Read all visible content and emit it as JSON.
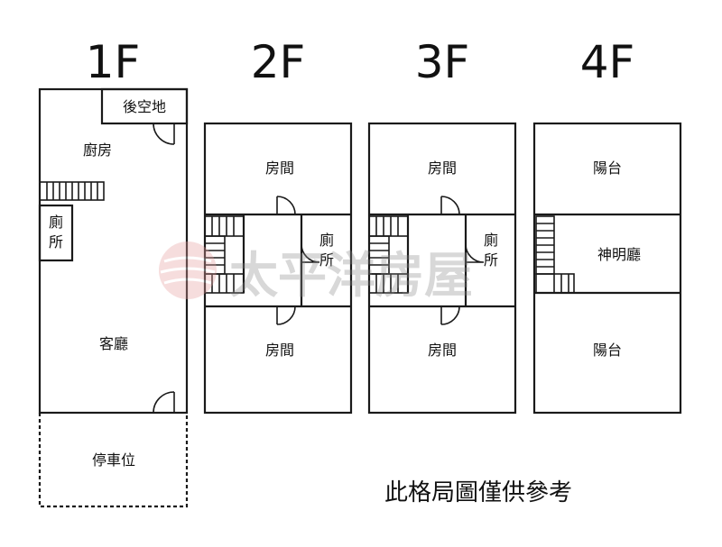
{
  "floors": [
    {
      "label": "1F",
      "rooms": [
        "後空地",
        "廚房",
        "客廳",
        "停車位"
      ],
      "toilet": [
        "廁",
        "所"
      ]
    },
    {
      "label": "2F",
      "rooms": [
        "房間",
        "房間"
      ],
      "toilet": [
        "廁",
        "所"
      ]
    },
    {
      "label": "3F",
      "rooms": [
        "房間",
        "房間"
      ],
      "toilet": [
        "廁",
        "所"
      ]
    },
    {
      "label": "4F",
      "rooms": [
        "陽台",
        "神明廳",
        "陽台"
      ]
    }
  ],
  "note": "此格局圖僅供參考",
  "watermark": {
    "text": "太平洋房屋",
    "logo_color": "#d9534f"
  }
}
